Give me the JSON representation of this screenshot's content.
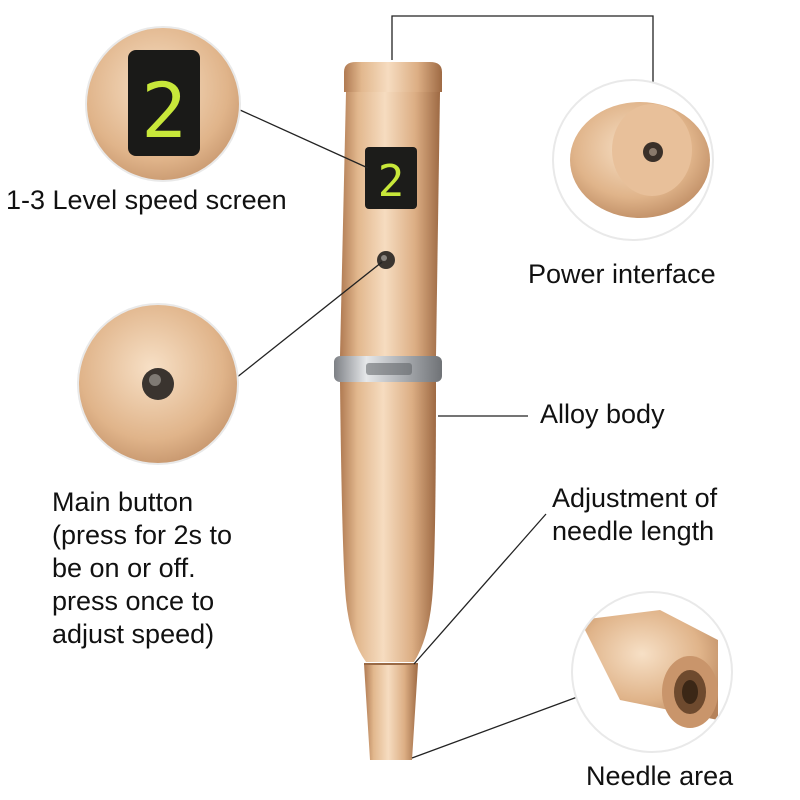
{
  "screen_digit": "2",
  "labels": {
    "speed_screen": "1-3 Level speed screen",
    "power_interface": "Power interface",
    "alloy_body": "Alloy body",
    "adjustment": [
      "Adjustment of",
      "needle length"
    ],
    "needle_area": "Needle area",
    "main_button": [
      "Main button",
      "(press for 2s to",
      "be on or off.",
      "press once to",
      "adjust speed)"
    ]
  },
  "colors": {
    "gold_light": "#f2d2ae",
    "gold_mid": "#d9a97c",
    "gold_dark": "#a8754e",
    "screen_bg": "#1c1c1a",
    "digit": "#c8e83a",
    "silver": "#b9bcc0"
  }
}
